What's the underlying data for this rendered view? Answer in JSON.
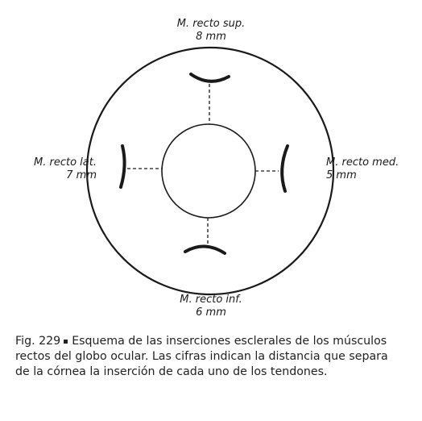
{
  "labels": {
    "sup": {
      "name": "M. recto sup.",
      "distance": "8 mm"
    },
    "lat": {
      "name": "M. recto lat.",
      "distance": "7 mm"
    },
    "med": {
      "name": "M. recto med.",
      "distance": "5 mm"
    },
    "inf": {
      "name": "M. recto inf.",
      "distance": "6 mm"
    }
  },
  "caption": {
    "figure": "Fig. 229",
    "text": "Esquema de las inserciones esclerales de los músculos rectos del globo ocular. Las cifras indican la distancia que separa de la córnea la inserción de cada uno de los tendones."
  },
  "colors": {
    "stroke": "#1a1a1a",
    "text": "#222222"
  }
}
